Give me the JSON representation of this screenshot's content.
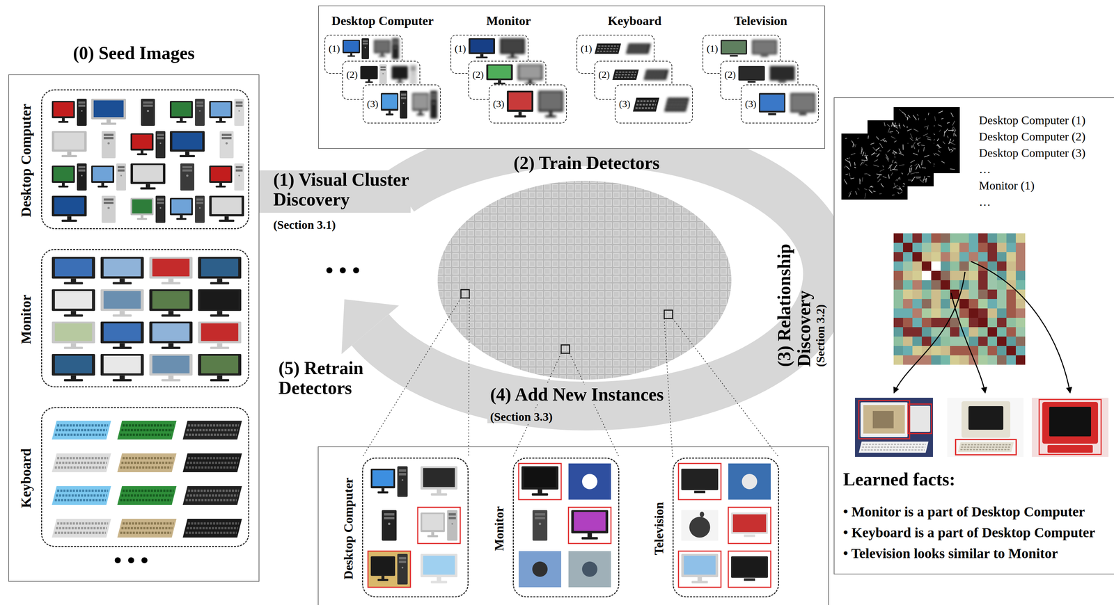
{
  "diagram": {
    "nodes": [
      {
        "text": [
          "(0) Seed Images"
        ]
      },
      {
        "text": [
          "Desktop Computer"
        ],
        "in": 0
      },
      {
        "text": [
          "Monitor"
        ],
        "in": 0
      },
      {
        "text": [
          "Keyboard"
        ],
        "in": 0
      },
      {
        "text": [
          "Desktop Computer",
          "Monitor",
          "Keyboard",
          "Television"
        ]
      },
      {
        "text": [
          "(1)"
        ],
        "in": 4
      },
      {
        "text": [
          "(2)"
        ],
        "in": 4
      },
      {
        "text": [
          "(3)"
        ],
        "in": 4
      },
      {
        "text": [
          "(1)"
        ],
        "in": 4
      },
      {
        "text": [
          "(2)"
        ],
        "in": 4
      },
      {
        "text": [
          "(3)"
        ],
        "in": 4
      },
      {
        "text": [
          "(1)"
        ],
        "in": 4
      },
      {
        "text": [
          "(2)"
        ],
        "in": 4
      },
      {
        "text": [
          "(3)"
        ],
        "in": 4
      },
      {
        "text": [
          "(1)"
        ],
        "in": 4
      },
      {
        "text": [
          "(2)"
        ],
        "in": 4
      },
      {
        "text": [
          "(3)"
        ],
        "in": 4
      },
      {
        "text": [
          "Desktop Computer (1)",
          "Desktop Computer (2)",
          "Desktop Computer (3)",
          "…",
          "Monitor (1)",
          "…",
          "Learned facts:",
          "• Monitor is a part of Desktop Computer",
          "• Keyboard is a part of Desktop Computer",
          "• Television looks similar to Monitor"
        ]
      },
      {
        "text": [
          "Desktop Computer"
        ]
      },
      {
        "text": [
          "Monitor"
        ]
      },
      {
        "text": [
          "Television"
        ]
      }
    ],
    "labels": [
      "(1) Visual Cluster Discovery",
      "(Section 3.1)",
      "(2) Train Detectors",
      "(3) Relationship Discovery",
      "(Section 3.2)",
      "• • •",
      "(4) Add New Instances",
      "(Section 3.3)",
      "(5) Retrain Detectors",
      "• • •"
    ]
  }
}
